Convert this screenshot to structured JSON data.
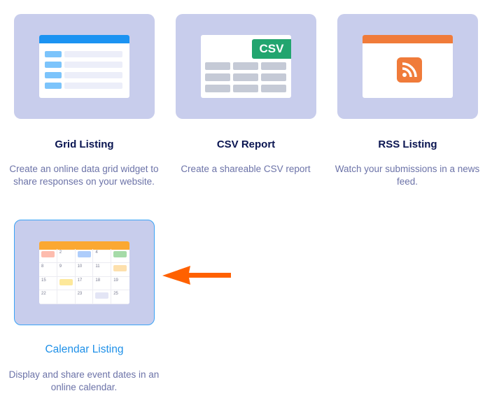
{
  "cards": [
    {
      "title": "Grid Listing",
      "description": "Create an online data grid widget to share responses on your website."
    },
    {
      "title": "CSV Report",
      "description": "Create a shareable CSV report",
      "badge": "CSV"
    },
    {
      "title": "RSS Listing",
      "description": "Watch your submissions in a news feed."
    },
    {
      "title": "Calendar Listing",
      "description": "Display and share event dates in an online calendar.",
      "selected": true
    }
  ],
  "calendar_cells": [
    {
      "day": "",
      "event": "#fdbcae"
    },
    {
      "day": "2"
    },
    {
      "day": "",
      "event": "#aecdfb"
    },
    {
      "day": "4"
    },
    {
      "day": "",
      "event": "#a5dba8"
    },
    {
      "day": "8"
    },
    {
      "day": "9"
    },
    {
      "day": "10"
    },
    {
      "day": "11"
    },
    {
      "day": "",
      "event": "#fde0ad"
    },
    {
      "day": "15"
    },
    {
      "day": "",
      "event": "#fde89a"
    },
    {
      "day": "17"
    },
    {
      "day": "18"
    },
    {
      "day": "19"
    },
    {
      "day": "22"
    },
    {
      "day": ""
    },
    {
      "day": "23"
    },
    {
      "day": "",
      "event": "#e3e5f5"
    },
    {
      "day": "25"
    }
  ],
  "colors": {
    "card_bg": "#c8cdec",
    "grid_blue": "#1b93f2",
    "csv_green": "#22a56f",
    "rss_orange": "#f07b3a",
    "cal_orange": "#fba832",
    "arrow": "#ff6100",
    "selected": "#1e90e8"
  }
}
